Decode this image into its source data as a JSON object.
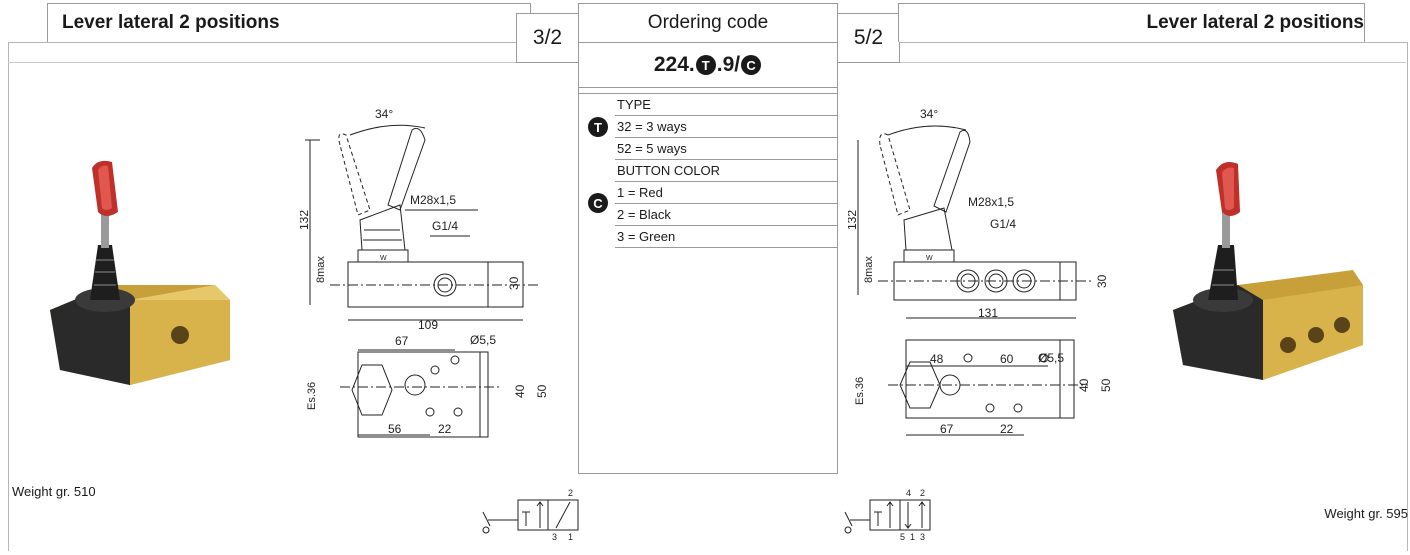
{
  "left_header": {
    "title": "Lever lateral 2 positions",
    "ways": "3/2"
  },
  "right_header": {
    "title": "Lever lateral 2 positions",
    "ways": "5/2"
  },
  "ordering": {
    "title": "Ordering code",
    "code_prefix": "224.",
    "code_mid": ".9/",
    "badge_t": "T",
    "badge_c": "C",
    "type_group": {
      "heading": "TYPE",
      "options": [
        "32 = 3 ways",
        "52 = 5 ways"
      ]
    },
    "color_group": {
      "heading": "BUTTON COLOR",
      "options": [
        "1 = Red",
        "2 = Black",
        "3 = Green"
      ]
    }
  },
  "left_drawing": {
    "angle": "34°",
    "height": "132",
    "thread": "M28x1,5",
    "port": "G1/4",
    "max": "8max",
    "body_h": "30",
    "length": "109",
    "dim_a": "67",
    "hole": "Ø5,5",
    "hex": "Es.36",
    "w1": "40",
    "w2": "50",
    "dim_b": "56",
    "dim_c": "22",
    "mark": "W"
  },
  "right_drawing": {
    "angle": "34°",
    "height": "132",
    "thread": "M28x1,5",
    "port": "G1/4",
    "max": "8max",
    "body_h": "30",
    "length": "131",
    "dim_a": "48",
    "dim_d": "60",
    "hole": "Ø5,5",
    "hex": "Es.36",
    "w1": "40",
    "w2": "50",
    "dim_b": "67",
    "dim_c": "22",
    "mark": "W"
  },
  "left_weight": "Weight gr. 510",
  "right_weight": "Weight gr. 595",
  "symbol_left": {
    "p2": "2",
    "p3": "3",
    "p1": "1"
  },
  "symbol_right": {
    "p4": "4",
    "p2": "2",
    "p5": "5",
    "p1": "1",
    "p3": "3"
  }
}
